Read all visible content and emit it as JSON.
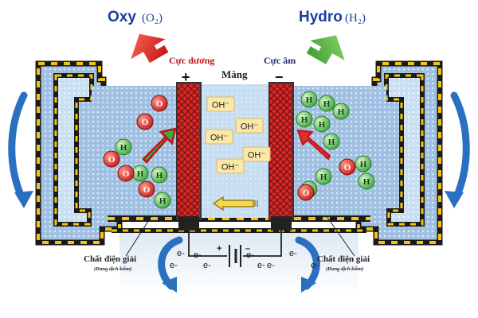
{
  "labels": {
    "oxy": "Oxy",
    "oxy_formula": "(O₂)",
    "hydro": "Hydro",
    "hydro_formula": "(H₂)",
    "anode": "Cực dương",
    "cathode": "Cực âm",
    "membrane": "Màng",
    "plus": "+",
    "minus": "−",
    "electrolyte": "Chất điện giải",
    "electrolyte_sub": "(Dung dịch kiềm)",
    "battery_plus": "+",
    "battery_minus": "–"
  },
  "ions": {
    "hydroxide": "OH⁻"
  },
  "atoms": {
    "oxygen": "O",
    "hydrogen": "H"
  },
  "electron": "e-",
  "colors": {
    "oxygen_red": "#e0302a",
    "hydrogen_green": "#5cc24f",
    "electrode_red": "#d02828",
    "membrane_blue": "#b7d8f0",
    "electrolyte_blue": "#a8c7e6",
    "stripe_yellow": "#f2c40f",
    "arrow_blue": "#2a6fc0",
    "ion_box": "#fbe7a8"
  }
}
